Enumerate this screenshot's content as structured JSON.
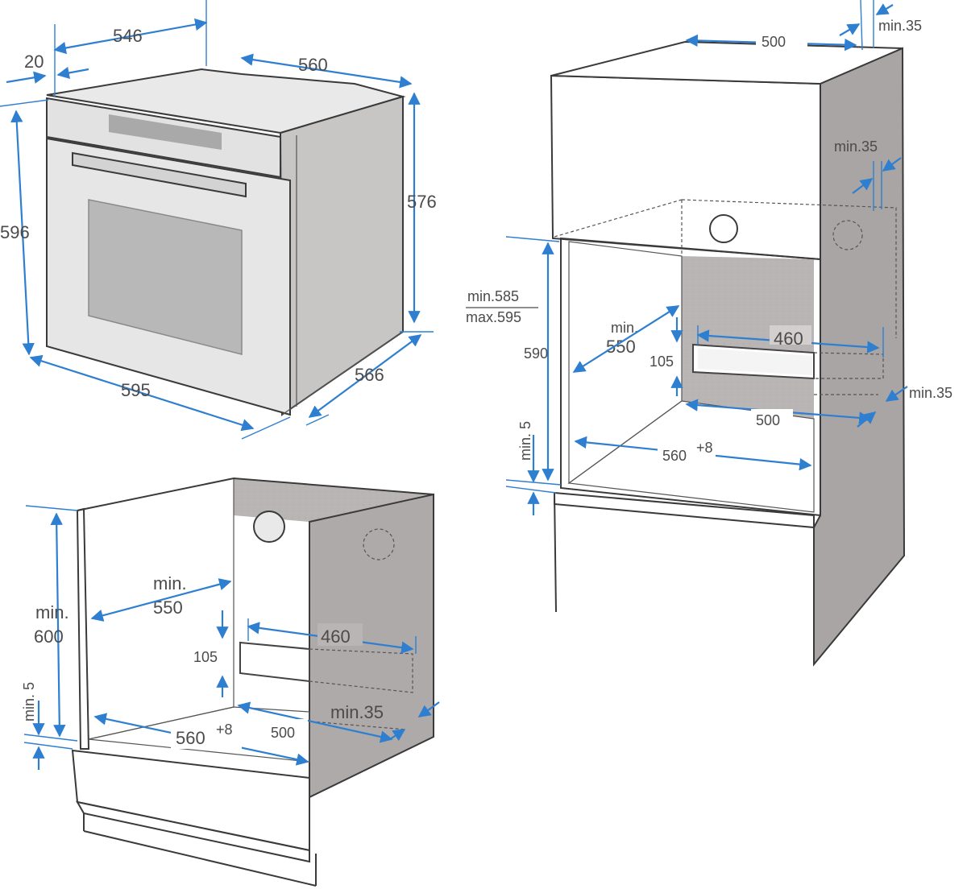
{
  "oven": {
    "depth_with_handle": "546",
    "door_thickness": "20",
    "width_top": "560",
    "height_total": "596",
    "height_body": "576",
    "width_front": "595",
    "depth_body": "566"
  },
  "tall_unit": {
    "top_depth": "500",
    "top_gap": "min.35",
    "side_gap": "min.35",
    "niche_height_min": "min.585",
    "niche_height_max": "max.595",
    "height": "590",
    "depth_min_label": "min.",
    "depth_min_value": "550",
    "vent_width": "460",
    "vent_height": "105",
    "rear_gap": "min.35",
    "base_depth": "500",
    "width": "560",
    "width_tolerance": "+8",
    "base_gap": "min. 5"
  },
  "under_counter": {
    "height_min_label": "min.",
    "height_min_value": "600",
    "depth_min_label": "min.",
    "depth_min_value": "550",
    "vent_width": "460",
    "vent_height": "105",
    "rear_gap": "min.35",
    "base_depth": "500",
    "width": "560",
    "width_tolerance": "+8",
    "base_gap": "min. 5"
  },
  "colors": {
    "dimension": "#2f7fd0",
    "text": "#4b4b4b",
    "panel": "#cfcccb",
    "panel_dark": "#a8a4a3"
  }
}
